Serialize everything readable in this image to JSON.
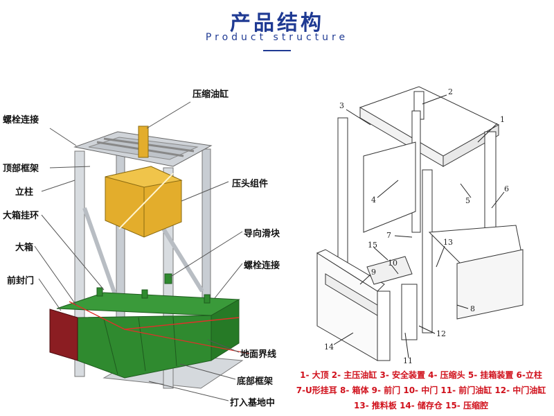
{
  "header": {
    "title": "产品结构",
    "subtitle": "Product structure"
  },
  "left_diagram": {
    "labels": {
      "compress_cylinder": "压缩油缸",
      "bolt_top": "螺栓连接",
      "top_frame": "顶部框架",
      "column": "立柱",
      "box_ring": "大箱挂环",
      "big_box": "大箱",
      "front_door": "前封门",
      "press_head": "压头组件",
      "guide_slider": "导向滑块",
      "bolt_side": "螺栓连接",
      "ground_line": "地面界线",
      "bottom_frame": "底部框架",
      "foundation": "打入基地中"
    }
  },
  "right_diagram": {
    "numbers": [
      "1",
      "2",
      "3",
      "4",
      "5",
      "6",
      "7",
      "8",
      "9",
      "10",
      "11",
      "12",
      "13",
      "14",
      "15"
    ],
    "legend": [
      "1- 大顶 2- 主压油缸 3- 安全装置 4- 压缩头 5-   挂箱装置 6-立柱",
      "7-U形挂耳 8- 箱体 9-   前门 10- 中门 11- 前门油缸 12- 中门油缸",
      "13- 推料板 14- 储存仓 15- 压缩腔"
    ]
  },
  "colors": {
    "title": "#1f3a93",
    "frame": "#c8cdd3",
    "press_head": "#e3ad2c",
    "box": "#2f8a2f",
    "door": "#8b1d22",
    "ground_line": "#e0302a",
    "legend": "#d0101b"
  }
}
